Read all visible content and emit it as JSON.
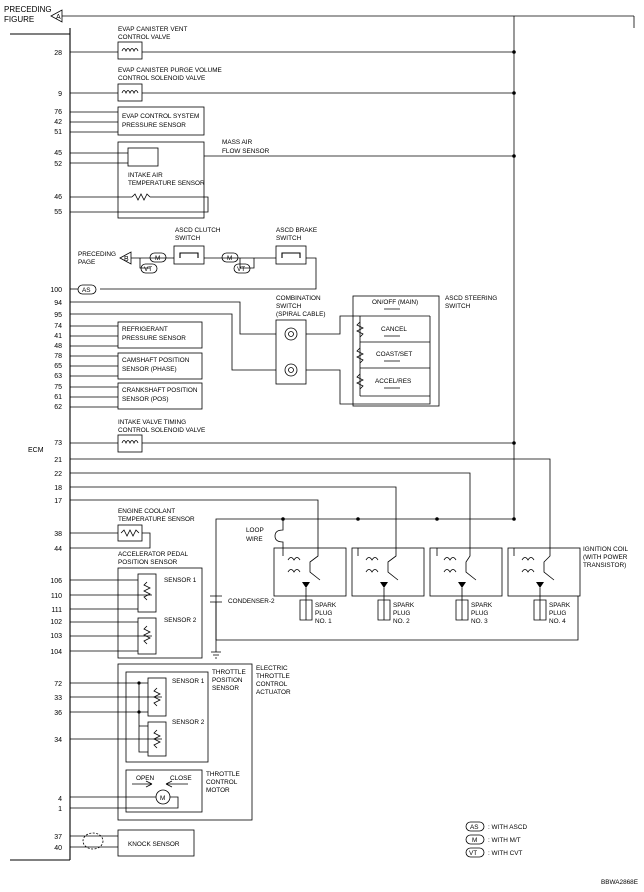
{
  "header": {
    "preceding_figure_line1": "PRECEDING",
    "preceding_figure_line2": "FIGURE",
    "connector_a": "A",
    "connector_b": "B"
  },
  "ecm_label": "ECM",
  "figure_code": "BBWA2868E",
  "pins": {
    "p28": "28",
    "p9": "9",
    "p76": "76",
    "p42": "42",
    "p51": "51",
    "p45": "45",
    "p52": "52",
    "p46": "46",
    "p55": "55",
    "p100": "100",
    "p94": "94",
    "p95": "95",
    "p74": "74",
    "p41": "41",
    "p48": "48",
    "p78": "78",
    "p65": "65",
    "p63": "63",
    "p75": "75",
    "p61": "61",
    "p62": "62",
    "p73": "73",
    "p21": "21",
    "p22": "22",
    "p18": "18",
    "p17": "17",
    "p38": "38",
    "p44": "44",
    "p106": "106",
    "p110": "110",
    "p111": "111",
    "p102": "102",
    "p103": "103",
    "p104": "104",
    "p72": "72",
    "p33": "33",
    "p36": "36",
    "p34": "34",
    "p4": "4",
    "p1": "1",
    "p37": "37",
    "p40": "40"
  },
  "components": {
    "evap_vent_l1": "EVAP CANISTER VENT",
    "evap_vent_l2": "CONTROL VALVE",
    "evap_purge_l1": "EVAP CANISTER PURGE VOLUME",
    "evap_purge_l2": "CONTROL SOLENOID VALVE",
    "evap_press_l1": "EVAP CONTROL SYSTEM",
    "evap_press_l2": "PRESSURE SENSOR",
    "maf_l1": "MASS AIR",
    "maf_l2": "FLOW SENSOR",
    "iat_l1": "INTAKE AIR",
    "iat_l2": "TEMPERATURE SENSOR",
    "ascd_clutch_l1": "ASCD CLUTCH",
    "ascd_clutch_l2": "SWITCH",
    "ascd_brake_l1": "ASCD BRAKE",
    "ascd_brake_l2": "SWITCH",
    "preceding_page_l1": "PRECEDING",
    "preceding_page_l2": "PAGE",
    "combo_l1": "COMBINATION",
    "combo_l2": "SWITCH",
    "combo_l3": "(SPIRAL CABLE)",
    "ascd_steer_l1": "ASCD STEERING",
    "ascd_steer_l2": "SWITCH",
    "on_off": "ON/OFF (MAIN)",
    "cancel": "CANCEL",
    "coast_set": "COAST/SET",
    "accel_res": "ACCEL/RES",
    "refrig_l1": "REFRIGERANT",
    "refrig_l2": "PRESSURE SENSOR",
    "cmp_l1": "CAMSHAFT POSITION",
    "cmp_l2": "SENSOR (PHASE)",
    "ckp_l1": "CRANKSHAFT POSITION",
    "ckp_l2": "SENSOR (POS)",
    "ivt_l1": "INTAKE VALVE TIMING",
    "ivt_l2": "CONTROL SOLENOID VALVE",
    "ect_l1": "ENGINE COOLANT",
    "ect_l2": "TEMPERATURE SENSOR",
    "app_l1": "ACCELERATOR PEDAL",
    "app_l2": "POSITION SENSOR",
    "sensor1": "SENSOR 1",
    "sensor2": "SENSOR 2",
    "loop_l1": "LOOP",
    "loop_l2": "WIRE",
    "condenser": "CONDENSER-2",
    "ign_l1": "IGNITION COIL",
    "ign_l2": "(WITH POWER",
    "ign_l3": "TRANSISTOR)",
    "spark": "SPARK",
    "plug": "PLUG",
    "no1": "NO. 1",
    "no2": "NO. 2",
    "no3": "NO. 3",
    "no4": "NO. 4",
    "etc_l1": "ELECTRIC",
    "etc_l2": "THROTTLE",
    "etc_l3": "CONTROL",
    "etc_l4": "ACTUATOR",
    "tps_l1": "THROTTLE",
    "tps_l2": "POSITION",
    "tps_l3": "SENSOR",
    "tps_s1": "SENSOR 1",
    "tps_s2": "SENSOR 2",
    "open": "OPEN",
    "close": "CLOSE",
    "motor_m": "M",
    "tcm_l1": "THROTTLE",
    "tcm_l2": "CONTROL",
    "tcm_l3": "MOTOR",
    "knock": "KNOCK SENSOR"
  },
  "badges": {
    "as": "AS",
    "m": "M",
    "vt": "VT"
  },
  "legend": [
    {
      "badge": "AS",
      "text": ": WITH ASCD"
    },
    {
      "badge": "M",
      "text": ": WITH M/T"
    },
    {
      "badge": "VT",
      "text": ": WITH CVT"
    }
  ]
}
